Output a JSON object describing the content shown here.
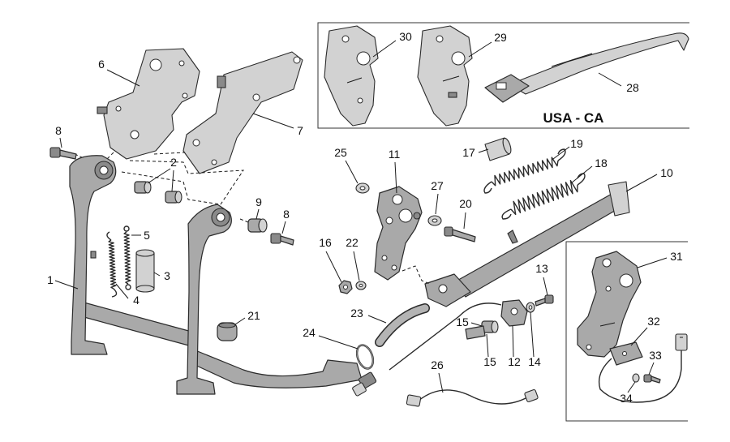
{
  "diagram": {
    "region_label": "USA - CA",
    "callouts": [
      "6",
      "7",
      "8",
      "2",
      "5",
      "3",
      "4",
      "1",
      "9",
      "8",
      "21",
      "30",
      "29",
      "28",
      "25",
      "11",
      "17",
      "19",
      "18",
      "10",
      "27",
      "20",
      "16",
      "22",
      "13",
      "31",
      "23",
      "24",
      "15",
      "15",
      "12",
      "14",
      "26",
      "32",
      "33",
      "34"
    ]
  }
}
